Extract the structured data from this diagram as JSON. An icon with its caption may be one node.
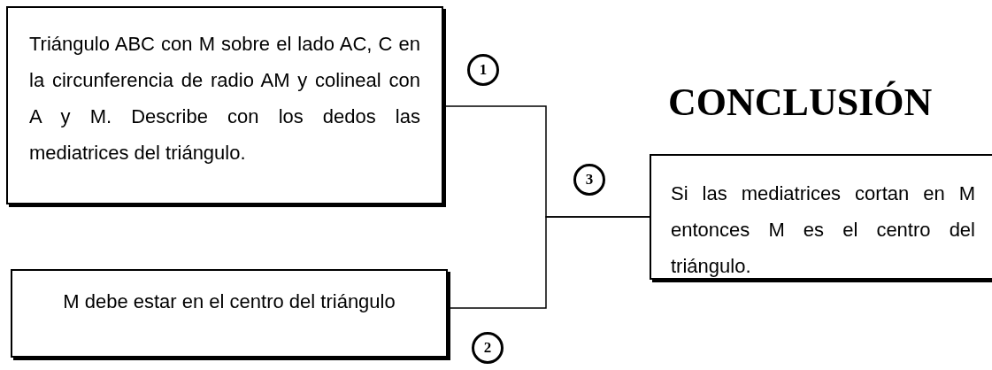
{
  "diagram": {
    "nodes": [
      {
        "text": [
          "Triángulo ABC con M sobre el lado AC, C en la circunferencia de radio AM y colineal con A y M. Describe con los dedos las mediatrices del triángulo."
        ]
      },
      {
        "text": [
          "M debe estar en el centro del triángulo"
        ]
      },
      {
        "text": [
          "Si las mediatrices cortan en M entonces M es el centro del triángulo."
        ],
        "beside": [
          "CONCLUSIÓN"
        ]
      },
      {
        "text": [
          "1"
        ]
      },
      {
        "text": [
          "2"
        ]
      },
      {
        "text": [
          "3"
        ]
      }
    ],
    "edges": [
      {
        "from": 0,
        "to": 2,
        "arrow": "none"
      },
      {
        "from": 1,
        "to": 2,
        "arrow": "none"
      }
    ]
  }
}
